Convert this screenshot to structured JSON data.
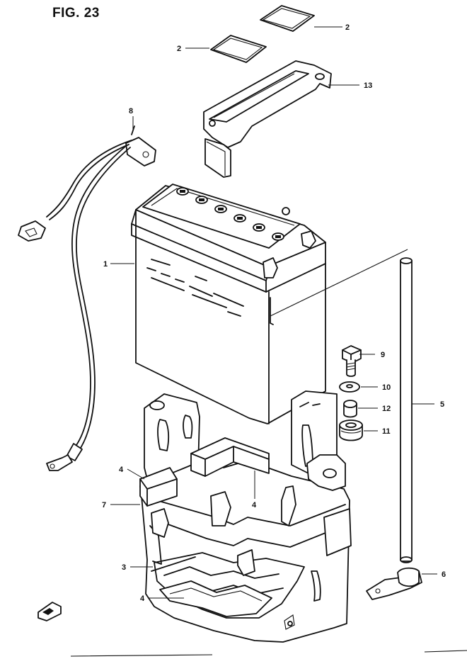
{
  "figure": {
    "title": "FIG. 23"
  },
  "callouts": [
    {
      "id": "c1",
      "label": "1"
    },
    {
      "id": "c2a",
      "label": "2"
    },
    {
      "id": "c2b",
      "label": "2"
    },
    {
      "id": "c3",
      "label": "3"
    },
    {
      "id": "c4a",
      "label": "4"
    },
    {
      "id": "c4b",
      "label": "4"
    },
    {
      "id": "c4c",
      "label": "4"
    },
    {
      "id": "c5",
      "label": "5"
    },
    {
      "id": "c6",
      "label": "6"
    },
    {
      "id": "c7",
      "label": "7"
    },
    {
      "id": "c8",
      "label": "8"
    },
    {
      "id": "c9",
      "label": "9"
    },
    {
      "id": "c10",
      "label": "10"
    },
    {
      "id": "c11",
      "label": "11"
    },
    {
      "id": "c12",
      "label": "12"
    },
    {
      "id": "c13",
      "label": "13"
    }
  ]
}
